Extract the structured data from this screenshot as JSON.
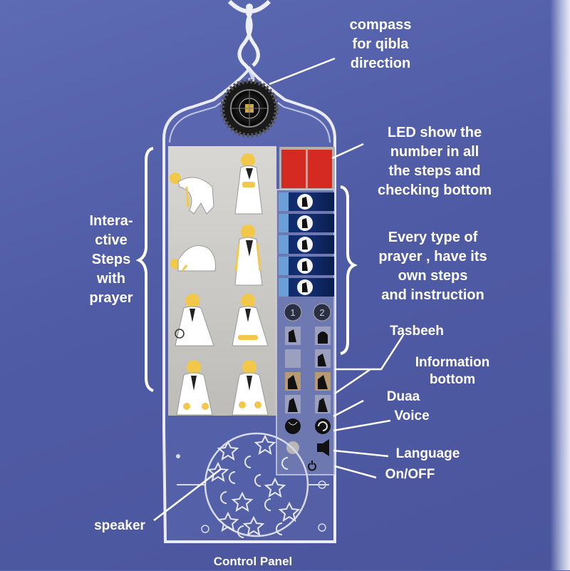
{
  "callouts": {
    "compass": "compass\nfor qibla\ndirection",
    "led": "LED show the\nnumber in all\nthe steps and\nchecking bottom",
    "interactive": "Intera-\nctive\nSteps\nwith\nprayer",
    "prayer_types": "Every type of\nprayer , have its\nown steps\nand instruction",
    "tasbeeh": "Tasbeeh",
    "information": "Information\nbottom",
    "duaa": "Duaa",
    "voice": "Voice",
    "language": "Language",
    "onoff": "On/OFF",
    "speaker": "speaker",
    "control_panel": "Control Panel"
  },
  "colors": {
    "background": "#5168b0",
    "device_outline": "#e9ecf6",
    "steps_panel": "#c9c8c4",
    "led": "#d42a22",
    "figure_robe": "#ffffff",
    "figure_skin": "#f2c84b",
    "text": "#ffffff"
  },
  "icons": {
    "crescent_finial": "crescent-icon",
    "compass": "compass-icon",
    "led_display": "led-display-icon",
    "prayer_rows": "prayer-row-icon",
    "number_buttons": "number-button-icon",
    "speaker_grille": "star-moon-grille-icon"
  }
}
